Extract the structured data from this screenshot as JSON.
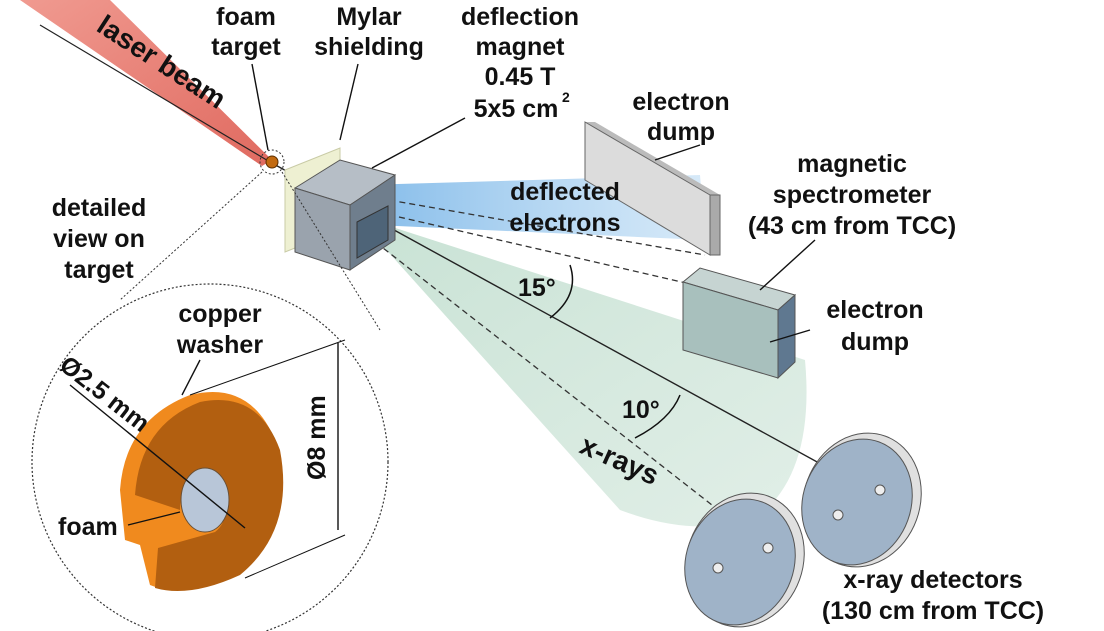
{
  "labels": {
    "laser_beam": "laser beam",
    "foam_target": [
      "foam",
      "target"
    ],
    "mylar_shielding": [
      "Mylar",
      "shielding"
    ],
    "deflection_magnet": [
      "deflection",
      "magnet",
      "0.45 T",
      "5x5 cm",
      "2"
    ],
    "electron_dump_top": [
      "electron",
      "dump"
    ],
    "deflected_electrons": [
      "deflected",
      "electrons"
    ],
    "magnetic_spectrometer": [
      "magnetic",
      "spectrometer",
      "(43 cm from TCC)"
    ],
    "electron_dump_side": [
      "electron",
      "dump"
    ],
    "detailed_view": [
      "detailed",
      "view on",
      "target"
    ],
    "copper_washer": [
      "copper",
      "washer"
    ],
    "hole_diameter": "Ø2.5 mm",
    "outer_diameter": "Ø8 mm",
    "foam": "foam",
    "angle_electrons": "15°",
    "angle_xrays": "10°",
    "xrays": "x-rays",
    "xray_detectors": [
      "x-ray detectors",
      "(130 cm from TCC)"
    ]
  },
  "colors": {
    "laser": "#e8847a",
    "magnet": "#9aa3ad",
    "magnet_front": "#7f8f9e",
    "electron_beam": "#8fc3ec",
    "xray_cone": "#c8e0d4",
    "washer": "#c26a10",
    "washer_edge": "#f08a1e",
    "foam": "#b8c6d8",
    "detector": "#9fb3c8",
    "dump": "#dcdcdc",
    "spectrometer": "#a8c0bd",
    "mylar": "#eef0d2"
  }
}
